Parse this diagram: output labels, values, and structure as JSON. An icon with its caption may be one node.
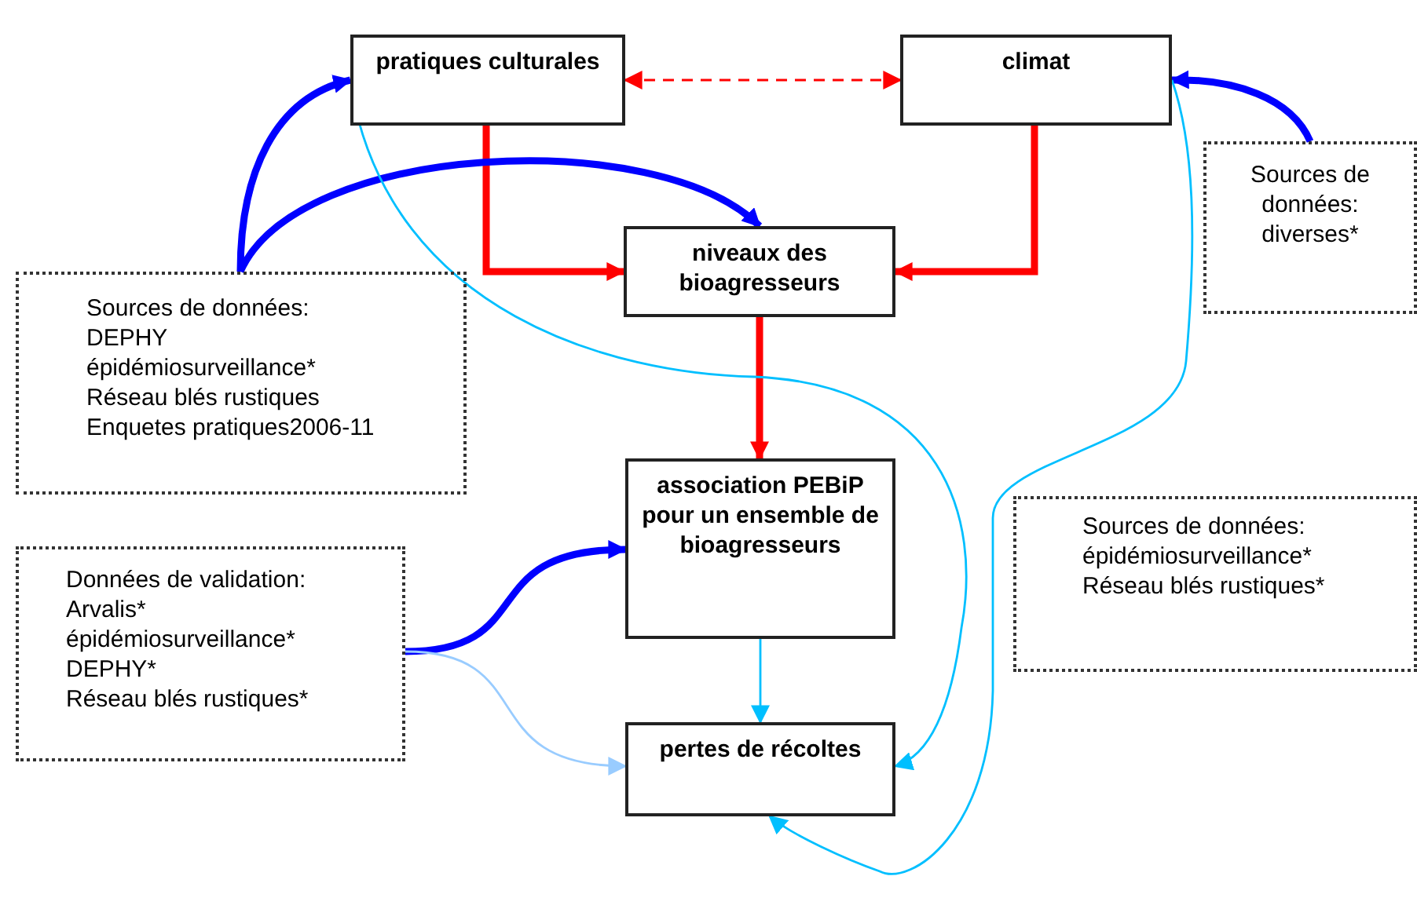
{
  "diagram": {
    "nodes": [
      {
        "text": [
          "pratiques culturales"
        ]
      },
      {
        "text": [
          "climat"
        ]
      },
      {
        "text": [
          "niveaux des bioagresseurs"
        ]
      },
      {
        "text": [
          "association PEBiP pour un ensemble de bioagresseurs"
        ]
      },
      {
        "text": [
          "pertes de récoltes"
        ]
      },
      {
        "text": [
          "Sources de données:",
          "DEPHY",
          "épidémiosurveillance*",
          "Réseau blés rustiques",
          "Enquetes pratiques2006-11"
        ]
      },
      {
        "text": [
          "Sources de données: diverses*"
        ]
      },
      {
        "text": [
          "Données de validation:",
          "Arvalis*",
          "épidémiosurveillance*",
          "DEPHY*",
          "Réseau blés rustiques*"
        ]
      },
      {
        "text": [
          "Sources de données:",
          "épidémiosurveillance*",
          "Réseau blés rustiques*"
        ]
      }
    ],
    "edges": [
      {
        "from": 0,
        "to": 1,
        "arrow": "both",
        "style": "dashed"
      },
      {
        "from": 0,
        "to": 2,
        "arrow": "to"
      },
      {
        "from": 1,
        "to": 2,
        "arrow": "to"
      },
      {
        "from": 2,
        "to": 3,
        "arrow": "to"
      },
      {
        "from": 5,
        "to": 0,
        "arrow": "to",
        "color": "#0000ff"
      },
      {
        "from": 5,
        "to": 2,
        "arrow": "to",
        "color": "#0000ff"
      },
      {
        "from": 6,
        "to": 1,
        "arrow": "to",
        "color": "#0000ff"
      },
      {
        "from": 7,
        "to": 3,
        "arrow": "to",
        "color": "#0000ff"
      },
      {
        "from": 7,
        "to": 4,
        "arrow": "to",
        "color": "#99ccff"
      },
      {
        "from": 3,
        "to": 4,
        "arrow": "to",
        "color": "#00bfff"
      },
      {
        "from": 0,
        "to": 4,
        "arrow": "to",
        "color": "#00bfff"
      },
      {
        "from": 1,
        "to": 4,
        "arrow": "to",
        "color": "#00bfff"
      }
    ]
  }
}
